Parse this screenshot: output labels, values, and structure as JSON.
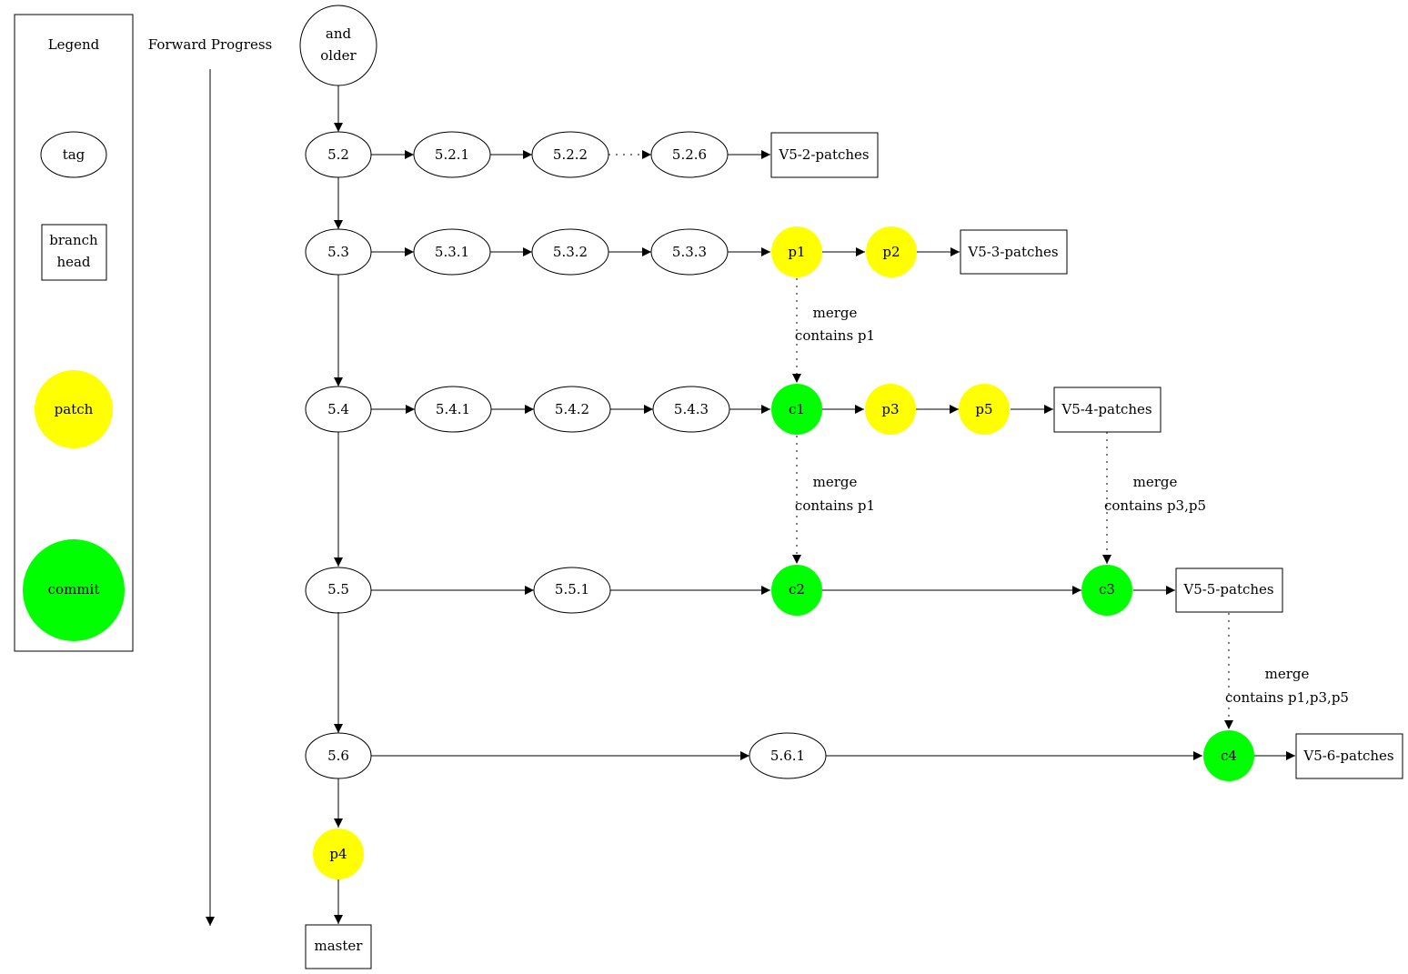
{
  "legend": {
    "title": "Legend",
    "tag": "tag",
    "branch_head": [
      "branch",
      "head"
    ],
    "patch": "patch",
    "commit": "commit"
  },
  "progress": {
    "label": "Forward Progress"
  },
  "colors": {
    "patch": "#ffff00",
    "commit": "#00ff00",
    "stroke": "#000000"
  },
  "nodes": {
    "older": [
      "and",
      "older"
    ],
    "t52": "5.2",
    "t521": "5.2.1",
    "t522": "5.2.2",
    "t526": "5.2.6",
    "b52": "V5-2-patches",
    "t53": "5.3",
    "t531": "5.3.1",
    "t532": "5.3.2",
    "t533": "5.3.3",
    "p1": "p1",
    "p2": "p2",
    "b53": "V5-3-patches",
    "t54": "5.4",
    "t541": "5.4.1",
    "t542": "5.4.2",
    "t543": "5.4.3",
    "c1": "c1",
    "p3": "p3",
    "p5": "p5",
    "b54": "V5-4-patches",
    "t55": "5.5",
    "t551": "5.5.1",
    "c2": "c2",
    "c3": "c3",
    "b55": "V5-5-patches",
    "t56": "5.6",
    "t561": "5.6.1",
    "c4": "c4",
    "b56": "V5-6-patches",
    "p4": "p4",
    "master": "master"
  },
  "merges": {
    "m1": [
      "merge",
      "contains p1"
    ],
    "m2": [
      "merge",
      "contains p1"
    ],
    "m3": [
      "merge",
      "contains p3,p5"
    ],
    "m4": [
      "merge",
      "contains p1,p3,p5"
    ]
  }
}
